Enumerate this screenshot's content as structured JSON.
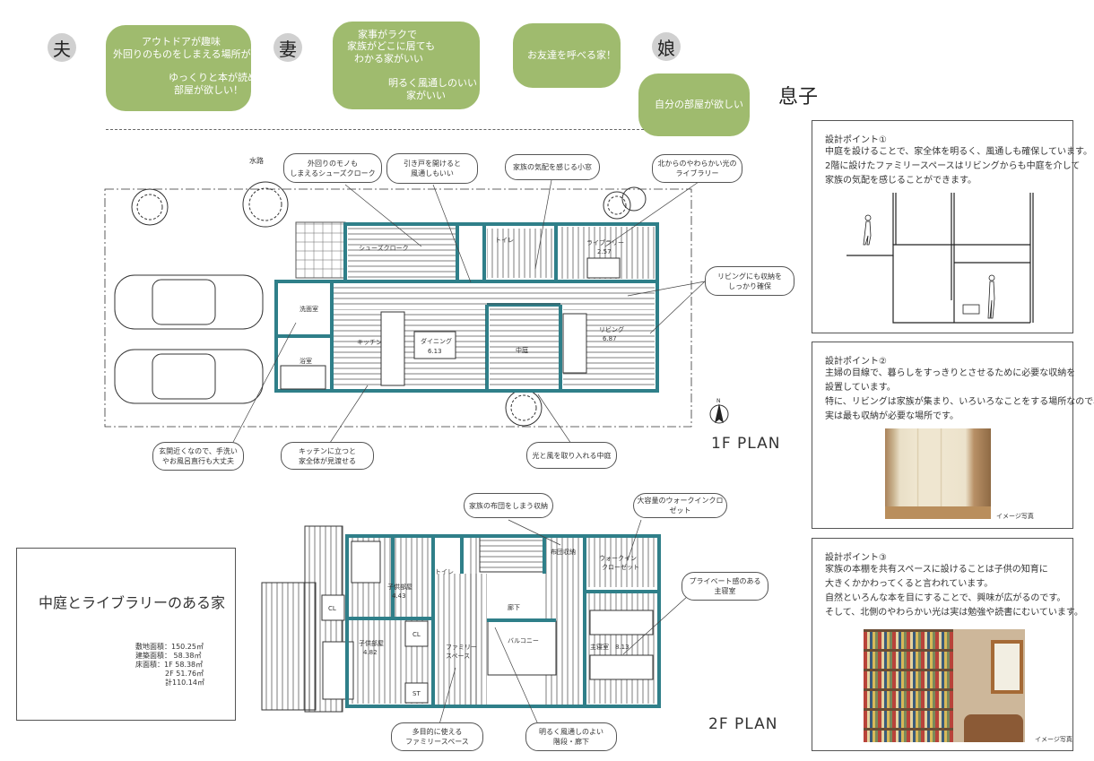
{
  "family": [
    {
      "name": "夫",
      "lines": [
        "アウトドアが趣味",
        "外回りのものをしまえる場所が欲しい",
        "ゆっくりと本が読める",
        "部屋が欲しい！"
      ]
    },
    {
      "name": "妻",
      "lines": [
        "家事がラクで",
        "家族がどこに居ても",
        "わかる家がいい",
        "明るく風通しのいい",
        "家がいい"
      ]
    },
    {
      "name": "娘",
      "lines": [
        "お友達を呼べる家！"
      ]
    },
    {
      "name": "息子",
      "lines": [
        "自分の部屋が欲しい"
      ]
    }
  ],
  "plan1f": {
    "title": "1F PLAN",
    "site_label": "水路",
    "rooms": {
      "washroom": "洗面室",
      "bath": "浴室",
      "kitchen": "キッチン",
      "dining": "ダイニング",
      "dining_area": "6.13",
      "courtyard": "中庭",
      "living": "リビング",
      "living_area": "6.87",
      "library": "ライブラリー",
      "library_area": "2.57",
      "toilet": "トイレ",
      "shoe_cloak": "シューズクローク"
    },
    "callouts": [
      [
        "外回りのモノも",
        "しまえるシューズクローク"
      ],
      [
        "引き戸を開けると",
        "風通しもいい"
      ],
      [
        "家族の気配を感じる小窓"
      ],
      [
        "北からのやわらかい光の",
        "ライブラリー"
      ],
      [
        "リビングにも収納を",
        "しっかり確保"
      ],
      [
        "玄関近くなので、手洗い",
        "やお風呂直行も大丈夫"
      ],
      [
        "キッチンに立つと",
        "家全体が見渡せる"
      ],
      [
        "光と風を取り入れる中庭"
      ]
    ]
  },
  "plan2f": {
    "title": "2F PLAN",
    "rooms": {
      "kids1": "子供部屋",
      "kids1_area": "4.43",
      "kids2": "子供部屋",
      "kids2_area": "4.82",
      "cl": "CL",
      "st": "ST",
      "family_space1": "ファミリー",
      "family_space2": "スペース",
      "toilet": "トイレ",
      "futon": "布団収納",
      "walkin1": "ウォークイン",
      "walkin2": "クローゼット",
      "balcony": "バルコニー",
      "hall": "廊下",
      "master": "主寝室",
      "master_area": "8.13"
    },
    "callouts": [
      [
        "家族の布団をしまう収納"
      ],
      [
        "大容量のウォークインクロゼット"
      ],
      [
        "プライベート感のある",
        "主寝室"
      ],
      [
        "多目的に使える",
        "ファミリースペース"
      ],
      [
        "明るく風通しのよい",
        "階段・廊下"
      ]
    ]
  },
  "info": {
    "title": "中庭とライブラリーのある家",
    "specs": [
      "敷地面積：150.25㎡",
      "建築面積：  58.38㎡",
      "床面積：1F 58.38㎡",
      "2F 51.76㎡",
      "計110.14㎡"
    ]
  },
  "points": [
    {
      "title": "設計ポイント①",
      "lines": [
        "中庭を設けることで、家全体を明るく、風通しも確保しています。",
        "2階に設けたファミリースペースはリビングからも中庭を介して",
        "家族の気配を感じることができます。"
      ]
    },
    {
      "title": "設計ポイント②",
      "lines": [
        "主婦の目線で、暮らしをすっきりとさせるために必要な収納を",
        "設置しています。",
        "特に、リビングは家族が集まり、いろいろなことをする場所なので、",
        "実は最も収納が必要な場所です。"
      ],
      "caption": "イメージ写真"
    },
    {
      "title": "設計ポイント③",
      "lines": [
        "家族の本棚を共有スペースに設けることは子供の知育に",
        "大きくかかわってくると言われています。",
        "自然といろんな本を目にすることで、興味が広がるのです。",
        "そして、北側のやわらかい光は実は勉強や読書にむいています。"
      ],
      "caption": "イメージ写真"
    }
  ],
  "colors": {
    "bubble": "#9fbb6e",
    "wall": "#2f7f89",
    "circle": "#d0d0d0"
  },
  "icons": [
    "north-arrow-icon",
    "tree-icon",
    "car-icon",
    "person-silhouette-icon"
  ]
}
